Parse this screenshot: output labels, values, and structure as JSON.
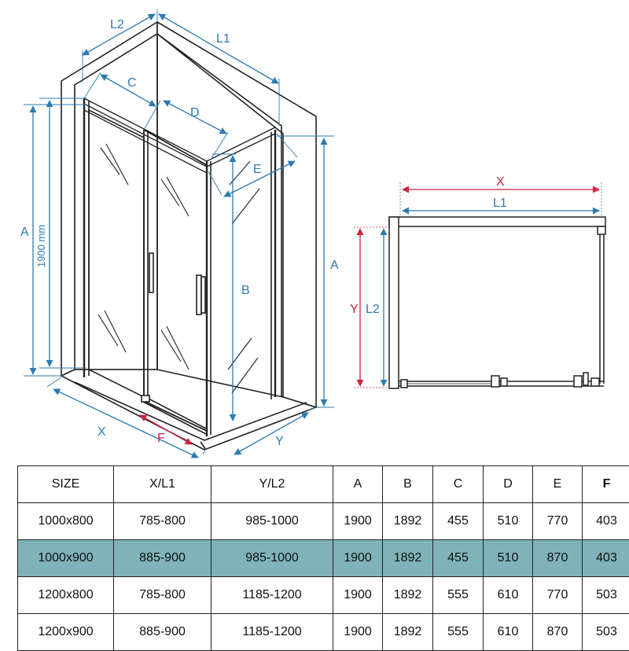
{
  "labels": {
    "L2": "L2",
    "L1": "L1",
    "C": "C",
    "D": "D",
    "E": "E",
    "A": "A",
    "B": "B",
    "X": "X",
    "F": "F",
    "Y": "Y",
    "height_mm": "1900 mm"
  },
  "colors": {
    "dimension": "#2b7bb0",
    "highlight_dim": "#d0213e",
    "frame": "#222222",
    "highlight_row": "#7fb3b9"
  },
  "table": {
    "headers": [
      "SIZE",
      "X/L1",
      "Y/L2",
      "A",
      "B",
      "C",
      "D",
      "E",
      "F"
    ],
    "rows": [
      [
        "1000x800",
        "785-800",
        "985-1000",
        "1900",
        "1892",
        "455",
        "510",
        "770",
        "403"
      ],
      [
        "1000x900",
        "885-900",
        "985-1000",
        "1900",
        "1892",
        "455",
        "510",
        "870",
        "403"
      ],
      [
        "1200x800",
        "785-800",
        "1185-1200",
        "1900",
        "1892",
        "555",
        "610",
        "770",
        "503"
      ],
      [
        "1200x900",
        "885-900",
        "1185-1200",
        "1900",
        "1892",
        "555",
        "610",
        "870",
        "503"
      ]
    ],
    "highlight_row": 1
  }
}
